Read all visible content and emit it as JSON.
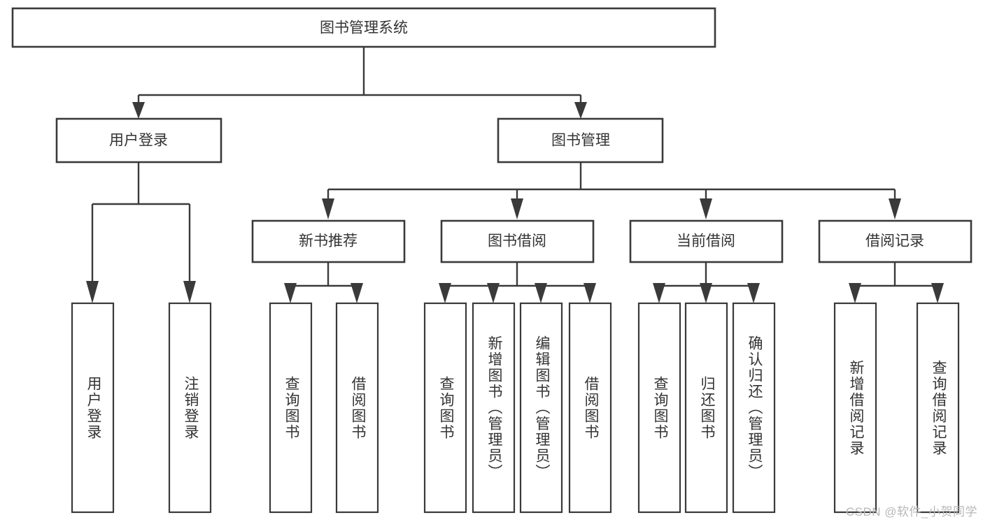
{
  "diagram": {
    "type": "tree-hierarchy",
    "title": "图书管理系统",
    "root": {
      "label": "图书管理系统"
    },
    "level2": [
      {
        "label": "用户登录"
      },
      {
        "label": "图书管理"
      }
    ],
    "level3": [
      {
        "label": "新书推荐"
      },
      {
        "label": "图书借阅"
      },
      {
        "label": "当前借阅"
      },
      {
        "label": "借阅记录"
      }
    ],
    "leaves": {
      "user_login": [
        {
          "label": "用户登录"
        },
        {
          "label": "注销登录"
        }
      ],
      "new_book_recommend": [
        {
          "label": "查询图书"
        },
        {
          "label": "借阅图书"
        }
      ],
      "book_borrow": [
        {
          "label": "查询图书"
        },
        {
          "label": "新增图书（管理员）"
        },
        {
          "label": "编辑图书（管理员）"
        },
        {
          "label": "借阅图书"
        }
      ],
      "current_borrow": [
        {
          "label": "查询图书"
        },
        {
          "label": "归还图书"
        },
        {
          "label": "确认归还（管理员）"
        }
      ],
      "borrow_record": [
        {
          "label": "新增借阅记录"
        },
        {
          "label": "查询借阅记录"
        }
      ]
    }
  },
  "watermark": {
    "text": "CSDN @软件_小贺同学"
  },
  "colors": {
    "stroke": "#3a3a3a",
    "text": "#333333",
    "background": "#ffffff",
    "watermark": "#b8b8b8"
  }
}
